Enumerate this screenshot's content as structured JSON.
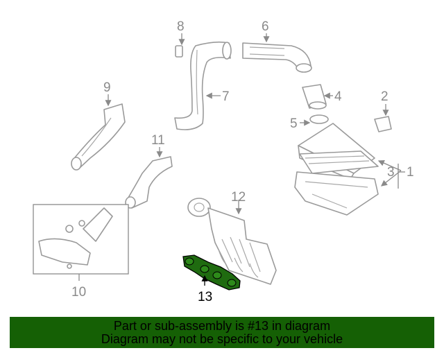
{
  "diagram": {
    "labels": [
      "1",
      "2",
      "3",
      "4",
      "5",
      "6",
      "7",
      "8",
      "9",
      "10",
      "11",
      "12",
      "13"
    ],
    "highlight_color": "#1f6b10"
  },
  "banner": {
    "line1": "Part or sub-assembly is #13 in diagram",
    "line2": "Diagram may not be specific to your vehicle",
    "color": "#156005"
  }
}
